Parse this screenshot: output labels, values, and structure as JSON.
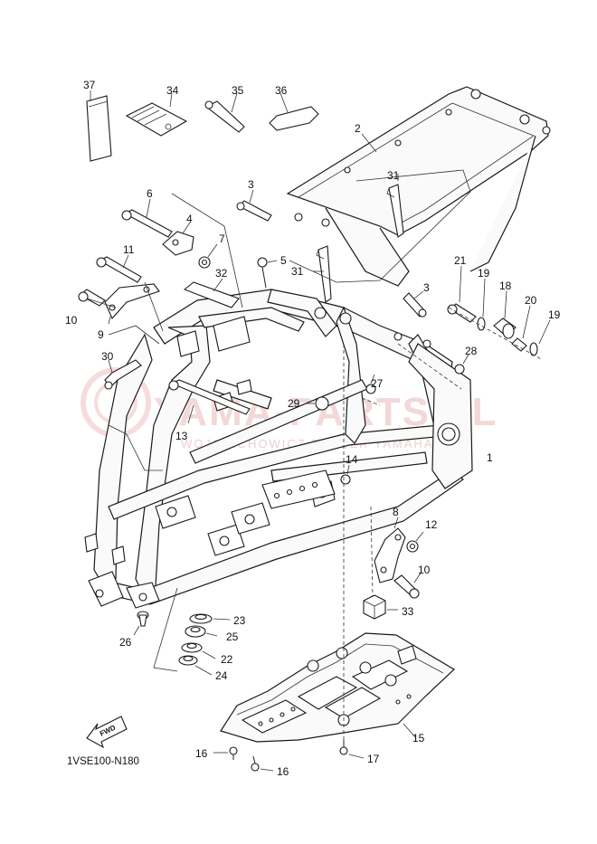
{
  "diagram": {
    "code": "1VSE100-N180",
    "fwd_label": "FWD",
    "watermark": {
      "main": "YAMA-PARTS.PL",
      "sub": "WOJCIECHOWICZ DEALER YAMAHA"
    },
    "callouts": [
      {
        "id": "c37",
        "label": "37"
      },
      {
        "id": "c34",
        "label": "34"
      },
      {
        "id": "c35",
        "label": "35"
      },
      {
        "id": "c36",
        "label": "36"
      },
      {
        "id": "c2",
        "label": "2"
      },
      {
        "id": "c31a",
        "label": "31"
      },
      {
        "id": "c3a",
        "label": "3"
      },
      {
        "id": "c6",
        "label": "6"
      },
      {
        "id": "c4",
        "label": "4"
      },
      {
        "id": "c7",
        "label": "7"
      },
      {
        "id": "c5",
        "label": "5"
      },
      {
        "id": "c31b",
        "label": "31"
      },
      {
        "id": "c11",
        "label": "11"
      },
      {
        "id": "c32",
        "label": "32"
      },
      {
        "id": "c3b",
        "label": "3"
      },
      {
        "id": "c21",
        "label": "21"
      },
      {
        "id": "c19a",
        "label": "19"
      },
      {
        "id": "c18",
        "label": "18"
      },
      {
        "id": "c20",
        "label": "20"
      },
      {
        "id": "c19b",
        "label": "19"
      },
      {
        "id": "c10a",
        "label": "10"
      },
      {
        "id": "c9",
        "label": "9"
      },
      {
        "id": "c30",
        "label": "30"
      },
      {
        "id": "c28",
        "label": "28"
      },
      {
        "id": "c29",
        "label": "29"
      },
      {
        "id": "c27",
        "label": "27"
      },
      {
        "id": "c13",
        "label": "13"
      },
      {
        "id": "c1",
        "label": "1"
      },
      {
        "id": "c14",
        "label": "14"
      },
      {
        "id": "c8",
        "label": "8"
      },
      {
        "id": "c12",
        "label": "12"
      },
      {
        "id": "c10b",
        "label": "10"
      },
      {
        "id": "c33",
        "label": "33"
      },
      {
        "id": "c23",
        "label": "23"
      },
      {
        "id": "c25",
        "label": "25"
      },
      {
        "id": "c22",
        "label": "22"
      },
      {
        "id": "c24",
        "label": "24"
      },
      {
        "id": "c26",
        "label": "26"
      },
      {
        "id": "c15",
        "label": "15"
      },
      {
        "id": "c16a",
        "label": "16"
      },
      {
        "id": "c17",
        "label": "17"
      },
      {
        "id": "c16b",
        "label": "16"
      }
    ]
  }
}
